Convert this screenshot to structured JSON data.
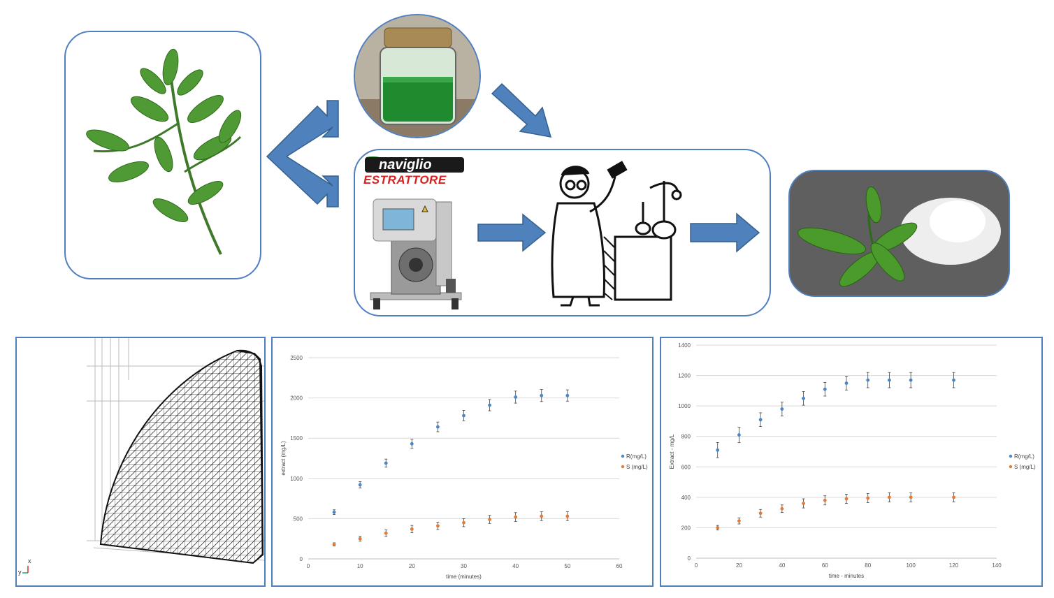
{
  "brand": {
    "line1": "naviglio",
    "line2": "ESTRATTORE"
  },
  "icons": {
    "plant": "stevia-plant-icon",
    "jar": "green-extract-jar-icon",
    "extractor": "naviglio-extractor-machine-icon",
    "scientist": "scientist-lab-icon",
    "product": "stevia-sweetener-powder-icon",
    "mesh": "mesh-3d-icon"
  },
  "colors": {
    "border": "#4f7fbf",
    "arrow": "#4f81bd",
    "series_r": "#4a86c5",
    "series_s": "#e07b39"
  },
  "mesh_axis": {
    "y": "y",
    "x": "x"
  },
  "chart_data": [
    {
      "type": "scatter",
      "title": "",
      "xlabel": "time (minutes)",
      "ylabel": "extract (mg/L)",
      "xlim": [
        0,
        60
      ],
      "ylim": [
        0,
        2500
      ],
      "xticks": [
        0,
        10,
        20,
        30,
        40,
        50,
        60
      ],
      "yticks": [
        0,
        500,
        1000,
        1500,
        2000,
        2500
      ],
      "grid": true,
      "legend": "right",
      "series": [
        {
          "name": "R(mg/L)",
          "color": "#4a86c5",
          "x": [
            5,
            10,
            15,
            20,
            25,
            30,
            35,
            40,
            45,
            50
          ],
          "y": [
            580,
            920,
            1190,
            1430,
            1640,
            1780,
            1910,
            2010,
            2030,
            2030
          ],
          "err": [
            30,
            40,
            50,
            55,
            60,
            65,
            70,
            75,
            75,
            70
          ]
        },
        {
          "name": "S (mg/L)",
          "color": "#e07b39",
          "x": [
            5,
            10,
            15,
            20,
            25,
            30,
            35,
            40,
            45,
            50
          ],
          "y": [
            180,
            250,
            320,
            370,
            410,
            450,
            490,
            520,
            530,
            530
          ],
          "err": [
            20,
            30,
            40,
            45,
            45,
            50,
            50,
            55,
            55,
            55
          ]
        }
      ]
    },
    {
      "type": "scatter",
      "title": "",
      "xlabel": "time - minutes",
      "ylabel": "Extract - mg/L",
      "xlim": [
        0,
        140
      ],
      "ylim": [
        0,
        1400
      ],
      "xticks": [
        0,
        20,
        40,
        60,
        80,
        100,
        120,
        140
      ],
      "yticks": [
        0,
        200,
        400,
        600,
        800,
        1000,
        1200,
        1400
      ],
      "grid": true,
      "legend": "right",
      "series": [
        {
          "name": "R(mg/L)",
          "color": "#4a86c5",
          "x": [
            10,
            20,
            30,
            40,
            50,
            60,
            70,
            80,
            90,
            100,
            120
          ],
          "y": [
            710,
            810,
            910,
            980,
            1050,
            1110,
            1150,
            1170,
            1170,
            1170,
            1170
          ],
          "err": [
            50,
            50,
            45,
            45,
            45,
            45,
            45,
            50,
            50,
            50,
            50
          ]
        },
        {
          "name": "S (mg/L)",
          "color": "#e07b39",
          "x": [
            10,
            20,
            30,
            40,
            50,
            60,
            70,
            80,
            90,
            100,
            120
          ],
          "y": [
            200,
            245,
            295,
            325,
            360,
            380,
            390,
            395,
            400,
            400,
            400
          ],
          "err": [
            15,
            20,
            25,
            25,
            30,
            30,
            30,
            30,
            30,
            30,
            30
          ]
        }
      ]
    }
  ]
}
